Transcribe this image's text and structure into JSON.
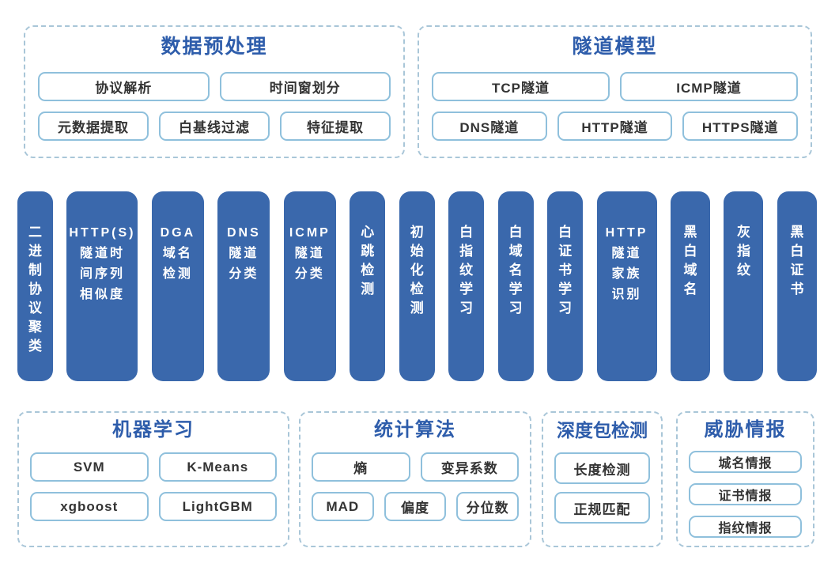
{
  "colors": {
    "pill_blue": "#3a68ac",
    "title_blue": "#2e5dab",
    "dashed_border": "#a9c6d8",
    "button_border": "#8fc0dc",
    "button_text": "#333333"
  },
  "top_boxes": [
    {
      "title": "数据预处理",
      "rows": [
        [
          "协议解析",
          "时间窗划分"
        ],
        [
          "元数据提取",
          "白基线过滤",
          "特征提取"
        ]
      ]
    },
    {
      "title": "隧道模型",
      "rows": [
        [
          "TCP隧道",
          "ICMP隧道"
        ],
        [
          "DNS隧道",
          "HTTP隧道",
          "HTTPS隧道"
        ]
      ]
    }
  ],
  "pills": [
    {
      "label": "二进制协议聚类",
      "text": "二\n进\n制\n协\n议\n聚\n类"
    },
    {
      "label": "HTTP(S)隧道时间序列相似度",
      "text": "HTTP(S)\n隧道时\n间序列\n相似度"
    },
    {
      "label": "DGA域名检测",
      "text": "DGA\n域名\n检测"
    },
    {
      "label": "DNS隧道分类",
      "text": "DNS\n隧道\n分类"
    },
    {
      "label": "ICMP隧道分类",
      "text": "ICMP\n隧道\n分类"
    },
    {
      "label": "心跳检测",
      "text": "心\n跳\n检\n测"
    },
    {
      "label": "初始化检测",
      "text": "初\n始\n化\n检\n测"
    },
    {
      "label": "白指纹学习",
      "text": "白\n指\n纹\n学\n习"
    },
    {
      "label": "白域名学习",
      "text": "白\n域\n名\n学\n习"
    },
    {
      "label": "白证书学习",
      "text": "白\n证\n书\n学\n习"
    },
    {
      "label": "HTTP隧道家族识别",
      "text": "HTTP\n隧道\n家族\n识别"
    },
    {
      "label": "黑白域名",
      "text": "黑\n白\n域\n名"
    },
    {
      "label": "灰指纹",
      "text": "灰\n指\n纹"
    },
    {
      "label": "黑白证书",
      "text": "黑\n白\n证\n书"
    }
  ],
  "bottom_boxes": [
    {
      "title": "机器学习",
      "rows": [
        [
          "SVM",
          "K-Means"
        ],
        [
          "xgboost",
          "LightGBM"
        ]
      ]
    },
    {
      "title": "统计算法",
      "rows": [
        [
          "熵",
          "变异系数"
        ],
        [
          "MAD",
          "偏度",
          "分位数"
        ]
      ]
    },
    {
      "title": "深度包检测",
      "rows": [
        [
          "长度检测"
        ],
        [
          "正规匹配"
        ]
      ]
    },
    {
      "title": "威胁情报",
      "rows": [
        [
          "城名情报"
        ],
        [
          "证书情报"
        ],
        [
          "指纹情报"
        ]
      ]
    }
  ]
}
